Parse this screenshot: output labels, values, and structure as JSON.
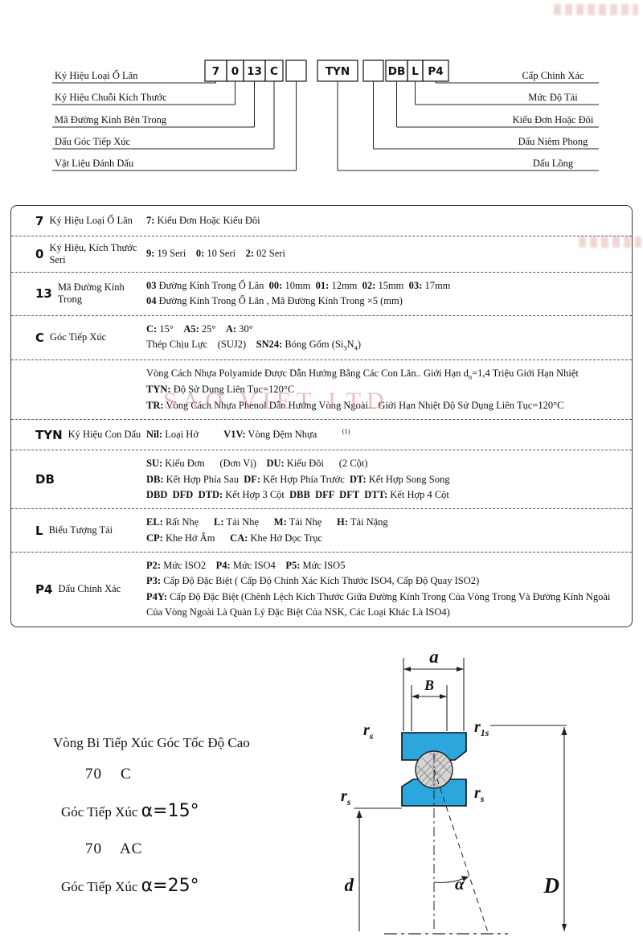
{
  "colors": {
    "bearing_blue": "#2BA7DE",
    "watermark_pink": "#D98C8C"
  },
  "watermark": {
    "text": "SAO VIET LTD"
  },
  "code_diagram": {
    "boxes": [
      "7",
      "0",
      "13",
      "C",
      "",
      "TYN",
      "",
      "DB",
      "L",
      "P4"
    ],
    "left_labels": [
      "Ký Hiệu Loại Ổ Lăn",
      "Ký Hiệu Chuỗi Kích Thước",
      "Mã Đường Kính Bên Trong",
      "Dấu Góc Tiếp Xúc",
      "Vật Liệu Đánh Dấu"
    ],
    "right_labels": [
      "Cấp Chính Xác",
      "Mức Độ Tải",
      "Kiểu Đơn Hoặc Đôi",
      "Dấu Niêm Phong",
      "Dấu Lồng"
    ]
  },
  "table": {
    "rows": [
      {
        "code": "7",
        "label": "Ký Hiệu Loại Ổ Lăn",
        "lines": [
          [
            {
              "t": "7:",
              "b": true
            },
            {
              "t": " Kiểu Đơn Hoặc Kiểu Đôi"
            }
          ]
        ]
      },
      {
        "code": "0",
        "label": "Ký Hiệu, Kích Thước Seri",
        "lines": [
          [
            {
              "t": "9:",
              "b": true
            },
            {
              "t": " 19 Seri    "
            },
            {
              "t": "0:",
              "b": true
            },
            {
              "t": " 10 Seri    "
            },
            {
              "t": "2:",
              "b": true
            },
            {
              "t": " 02 Seri"
            }
          ]
        ]
      },
      {
        "code": "13",
        "label": "Mã Đường Kính Trong",
        "lines": [
          [
            {
              "t": "03",
              "b": true
            },
            {
              "t": " Đường Kính Trong Ổ Lăn  "
            },
            {
              "t": "00:",
              "b": true
            },
            {
              "t": " 10mm  "
            },
            {
              "t": "01:",
              "b": true
            },
            {
              "t": " 12mm  "
            },
            {
              "t": "02:",
              "b": true
            },
            {
              "t": " 15mm  "
            },
            {
              "t": "03:",
              "b": true
            },
            {
              "t": " 17mm"
            }
          ],
          [
            {
              "t": "04",
              "b": true
            },
            {
              "t": " Đường Kính Trong Ổ Lăn , Mã Đường Kính Trong "
            },
            {
              "t": "×5 (mm)"
            }
          ]
        ]
      },
      {
        "code": "C",
        "label": "Góc Tiếp Xúc",
        "lines": [
          [
            {
              "t": "C:",
              "b": true
            },
            {
              "t": " 15°    "
            },
            {
              "t": "A5:",
              "b": true
            },
            {
              "t": " 25°    "
            },
            {
              "t": "A:",
              "b": true
            },
            {
              "t": " 30°"
            }
          ],
          [
            {
              "t": "Thép Chịu Lực    (SUJ2)    "
            },
            {
              "t": "SN24:",
              "b": true
            },
            {
              "t": " Bóng Gốm (Si"
            },
            {
              "t": "3",
              "sub": true
            },
            {
              "t": "N"
            },
            {
              "t": "4",
              "sub": true
            },
            {
              "t": ")"
            }
          ]
        ]
      },
      {
        "code": "",
        "label": "",
        "lines": [
          [
            {
              "t": "Vòng Cách Nhựa Polyamide Được Dẫn Hướng Bằng Các Con Lăn.. Giới Hạn d"
            },
            {
              "t": "n",
              "sub": true
            },
            {
              "t": "=1,4 Triệu Giới Hạn Nhiệt"
            }
          ],
          [
            {
              "t": "TYN:",
              "b": true
            },
            {
              "t": " Độ Sử Dụng Liên Tục=120°C"
            }
          ],
          [
            {
              "t": "TR:",
              "b": true
            },
            {
              "t": " Vòng Cách Nhựa Phenol Dẫn Hướng Vòng Ngoài... Giới Hạn Nhiệt Độ Sử Dụng Liên Tục=120°C"
            }
          ]
        ]
      },
      {
        "code": "TYN",
        "label": "Ký Hiệu Con Dấu",
        "lines": [
          [
            {
              "t": "Nil:",
              "b": true
            },
            {
              "t": " Loại Hở          "
            },
            {
              "t": "V1V:",
              "b": true
            },
            {
              "t": " Vòng Đệm Nhựa          "
            },
            {
              "t": "(1)",
              "sup": true
            }
          ]
        ]
      },
      {
        "code": "DB",
        "label": "",
        "lines": [
          [
            {
              "t": "SU:",
              "b": true
            },
            {
              "t": " Kiểu Đơn      (Đơn Vị)    "
            },
            {
              "t": "DU:",
              "b": true
            },
            {
              "t": " Kiểu Đôi      (2 Cột)"
            }
          ],
          [
            {
              "t": "DB:",
              "b": true
            },
            {
              "t": " Kết Hợp Phía Sau  "
            },
            {
              "t": "DF:",
              "b": true
            },
            {
              "t": " Kết Hợp Phía Trước  "
            },
            {
              "t": "DT:",
              "b": true
            },
            {
              "t": " Kết Hợp Song Song"
            }
          ],
          [
            {
              "t": "DBD  DFD  DTD:",
              "b": true
            },
            {
              "t": " Kết Hợp 3 Cột  "
            },
            {
              "t": "DBB  DFF  DFT  DTT:",
              "b": true
            },
            {
              "t": " Kết Hợp 4 Cột"
            }
          ]
        ]
      },
      {
        "code": "L",
        "label": "Biểu Tượng Tải",
        "lines": [
          [
            {
              "t": "EL:",
              "b": true
            },
            {
              "t": " Rất Nhẹ      "
            },
            {
              "t": "L:",
              "b": true
            },
            {
              "t": " Tải Nhẹ      "
            },
            {
              "t": "M:",
              "b": true
            },
            {
              "t": " Tải Nhẹ      "
            },
            {
              "t": "H:",
              "b": true
            },
            {
              "t": " Tải Nặng"
            }
          ],
          [
            {
              "t": "CP:",
              "b": true
            },
            {
              "t": " Khe Hở Âm      "
            },
            {
              "t": "CA:",
              "b": true
            },
            {
              "t": " Khe Hở Dọc Trục"
            }
          ]
        ]
      },
      {
        "code": "P4",
        "label": "Dấu Chính Xác",
        "lines": [
          [
            {
              "t": "P2:",
              "b": true
            },
            {
              "t": " Mức ISO2    "
            },
            {
              "t": "P4:",
              "b": true
            },
            {
              "t": " Mức ISO4    "
            },
            {
              "t": "P5:",
              "b": true
            },
            {
              "t": " Mức ISO5"
            }
          ],
          [
            {
              "t": "P3:",
              "b": true
            },
            {
              "t": " Cấp Độ Đặc Biệt ( Cấp Độ Chính Xác Kích Thước ISO4, Cấp Độ Quay ISO2)"
            }
          ],
          [
            {
              "t": "P4Y:",
              "b": true
            },
            {
              "t": " Cấp Độ Đặc Biệt (Chênh Lệch Kích Thước Giữa Đường Kính Trong Của Vòng Trong Và Đường Kính Ngoài Của Vòng Ngoài Là Quản Lý Đặc Biệt Của NSK, Các Loại Khác Là ISO4)"
            }
          ]
        ]
      }
    ]
  },
  "footer": {
    "title": "Vòng Bi Tiếp Xúc Góc Tốc Độ Cao",
    "series1": "70    C",
    "angle1_prefix": "Góc Tiếp Xúc",
    "angle1_value": "α=15°",
    "series2": "70    AC",
    "angle2_prefix": "Góc Tiếp Xúc",
    "angle2_value": "α=25°"
  },
  "drawing": {
    "a": "a",
    "B": "B",
    "r": "r",
    "s_sub": "s",
    "one_s_sub": "1s",
    "d": "d",
    "D": "D",
    "alpha": "α"
  }
}
